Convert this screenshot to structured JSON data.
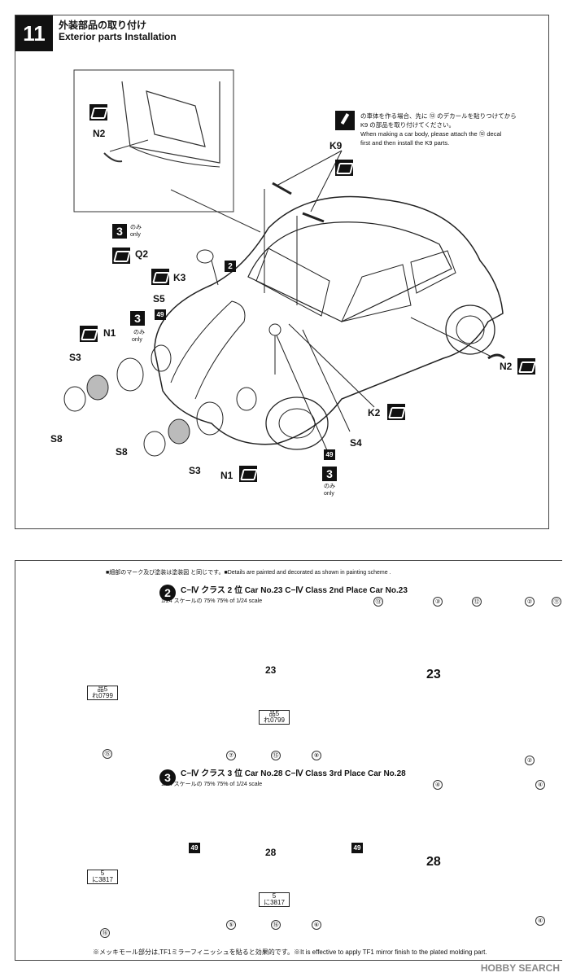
{
  "step": {
    "number": "11",
    "title_jp": "外装部品の取り付け",
    "title_en": "Exterior parts Installation"
  },
  "note_top": {
    "line1": "の車体を作る場合、先に ⑫ のデカールを貼りつけてから",
    "line2": "K9 の部品を取り付けてください。",
    "line3": "When making a  car body, please attach the ⑫ decal",
    "line4": "first and then install the K9 parts."
  },
  "parts": {
    "n2a": "N2",
    "k9": "K9",
    "q2": "Q2",
    "k3": "K3",
    "s5": "S5",
    "n1a": "N1",
    "s3a": "S3",
    "s8a": "S8",
    "s8b": "S8",
    "s3b": "S3",
    "n1b": "N1",
    "n2b": "N2",
    "k2": "K2",
    "s4": "S4"
  },
  "badges": {
    "b3": "3",
    "b2": "2",
    "b49a": "49",
    "b49b": "49",
    "only_jp": "のみ",
    "only_en": "only"
  },
  "scheme_note": "■細部のマーク及び塗装は塗装図 と同じです。■Details are painted and decorated as shown in painting scheme  .",
  "scheme2": {
    "num": "2",
    "title": "C−Ⅳ クラス 2 位 Car No.23  C−Ⅳ Class 2nd Place Car No.23",
    "scale": "1/24 スケールの 75%  75% of 1/24 scale",
    "plate_rear_top": "品5",
    "plate_rear_bottom": "れ0799",
    "plate_front_top": "品5",
    "plate_front_bottom": "れ0799",
    "callouts": [
      "⑬",
      "③",
      "⑫",
      "②",
      "⑪",
      "⑮",
      "⑦",
      "⑮",
      "⑧",
      "②"
    ],
    "door_number": "23"
  },
  "scheme3": {
    "num": "3",
    "title": "C−Ⅳ クラス 3 位 Car No.28  C−Ⅳ Class 3rd Place Car No.28",
    "scale": "1/24 スケールの 75%  75% of 1/24 scale",
    "plate_rear_top": "5",
    "plate_rear_bottom": "に3817",
    "plate_front_top": "5",
    "plate_front_bottom": "に3817",
    "callouts": [
      "④",
      "④",
      "⑯",
      "⑤",
      "⑯",
      "⑥",
      "④"
    ],
    "door_number": "28",
    "num49": "49"
  },
  "footer_note": "※メッキモール部分は,TF1ミラーフィニッシュを貼ると効果的です。※It is effective to apply TF1 mirror finish to the plated molding part.",
  "watermark": "HOBBY SEARCH"
}
